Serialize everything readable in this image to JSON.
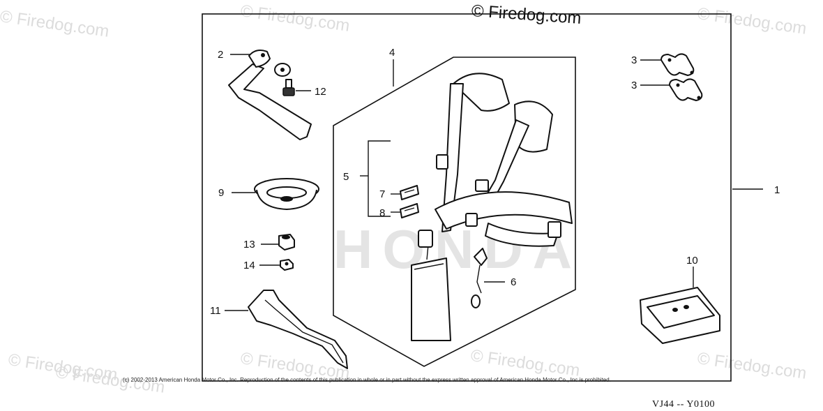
{
  "watermarks": [
    "© Firedog.com",
    "© Firedog.com",
    "© Firedog.com",
    "© Firedog.com",
    "© Firedog.com",
    "© Firedog.com",
    "© Firedog.com",
    "© Firedog.com"
  ],
  "watermark_main": "© Firedog.com",
  "brand": "HONDA",
  "callouts": {
    "c1": "1",
    "c2": "2",
    "c3a": "3",
    "c3b": "3",
    "c4": "4",
    "c5": "5",
    "c6": "6",
    "c7": "7",
    "c8": "8",
    "c9": "9",
    "c10": "10",
    "c11": "11",
    "c12": "12",
    "c13": "13",
    "c14": "14"
  },
  "copyright": "(c) 2002-2013 American Honda Motor Co., Inc. Reproduction of the contents of this publication in whole or in part without the express written approval of American Honda Motor Co., Inc is prohibited.",
  "figure_code": "VJ44 -- Y0100",
  "colors": {
    "line": "#111111",
    "watermark": "#dcdcdc",
    "background": "#ffffff"
  }
}
